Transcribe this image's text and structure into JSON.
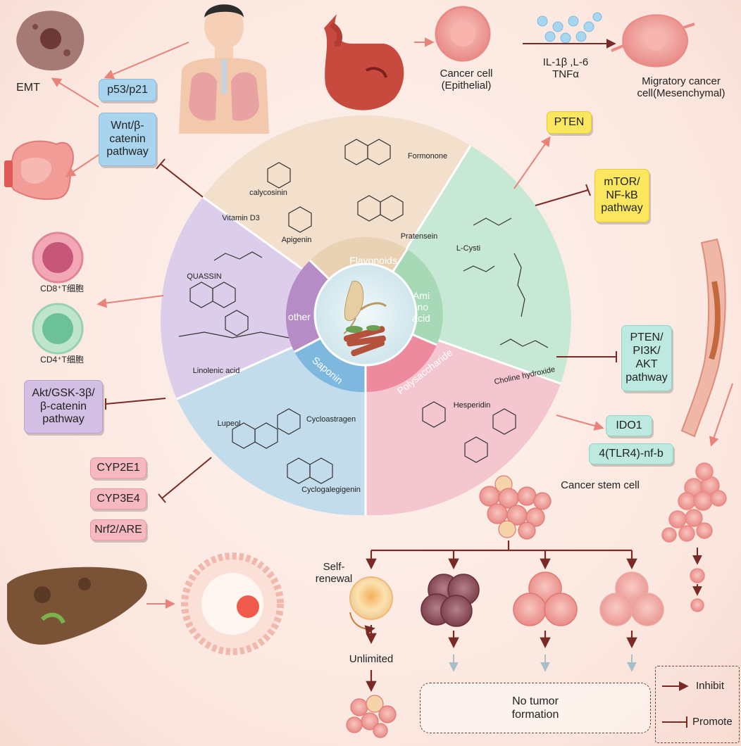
{
  "wheel": {
    "inner": {
      "flavonoids": "Flavonoids",
      "amino_acid": "Ami\n-no\nacid",
      "polysaccharide": "Polysaccharide",
      "saponin": "Saponin",
      "other": "other"
    },
    "compounds": {
      "calycosinin": "calycosinin",
      "formonone": "Formonone",
      "apigenin": "Apigenin",
      "pratensein": "Pratensein",
      "vitamin_d3": "Vitamin D3",
      "quassin": "QUASSIN",
      "linolenic": "Linolenic acid",
      "l_cysti": "L-Cysti",
      "choline": "Choline hydroxide",
      "hesperidin": "Hesperidin",
      "lupeol": "Lupeol",
      "cycloastragen": "Cycloastragen",
      "cyclogalegigenin": "Cyclogalegigenin"
    }
  },
  "labels": {
    "emt": "EMT",
    "cancer_cell": "Cancer cell\n(Epithelial)",
    "cytokines": "IL-1β ,L-6\nTNFα",
    "migratory": "Migratory cancer\ncell(Mesenchymal)",
    "cd8": "CD8⁺T细胞",
    "cd4": "CD4⁺T细胞",
    "cancer_stem_cell": "Cancer stem cell",
    "self_renewal": "Self-\nrenewal",
    "unlimited": "Unlimited",
    "no_tumor": "No tumor\nformation",
    "legend_inhibit": "Inhibit",
    "legend_promote": "Promote"
  },
  "boxes": {
    "p53": "p53/p21",
    "wnt": "Wnt/β-\ncatenin\npathway",
    "pten": "PTEN",
    "mtor": "mTOR/\nNF-kB\npathway",
    "pten_pi3k": "PTEN/\nPI3K/\nAKT\npathway",
    "ido1": "IDO1",
    "tlr4": "4(TLR4)-nf-b",
    "akt": "Akt/GSK-3β/\nβ-catenin\npathway",
    "cyp2e1": "CYP2E1",
    "cyp3e4": "CYP3E4",
    "nrf2": "Nrf2/ARE"
  },
  "colors": {
    "flavonoids": "#f2dfcc",
    "amino_acid": "#c8e8d6",
    "polysaccharide": "#f4c6cf",
    "saponin": "#b8d7ea",
    "other": "#d8c7e6",
    "arrow": "#e8837a",
    "inhibit": "#7a2a24"
  }
}
